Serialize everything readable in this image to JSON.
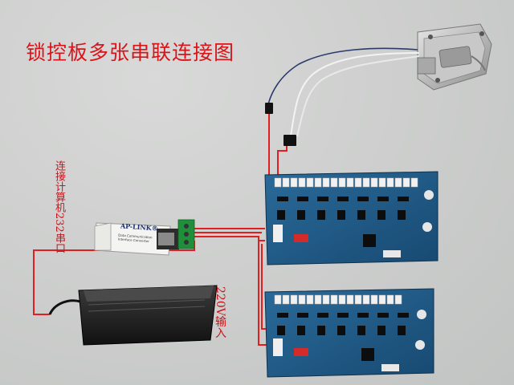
{
  "title": "锁控板多张串联连接图",
  "labels": {
    "computer_port": "连接计算机232串口",
    "power_input": "220V输入"
  },
  "converter": {
    "brand": "AP-LINK®",
    "subtitle_line1": "Data Communication",
    "subtitle_line2": "Interface Converter"
  },
  "colors": {
    "annotation_red": "#d8141b",
    "wire_red": "#e02020",
    "board_blue": "#1f5a86",
    "background": "#c9cbca"
  }
}
